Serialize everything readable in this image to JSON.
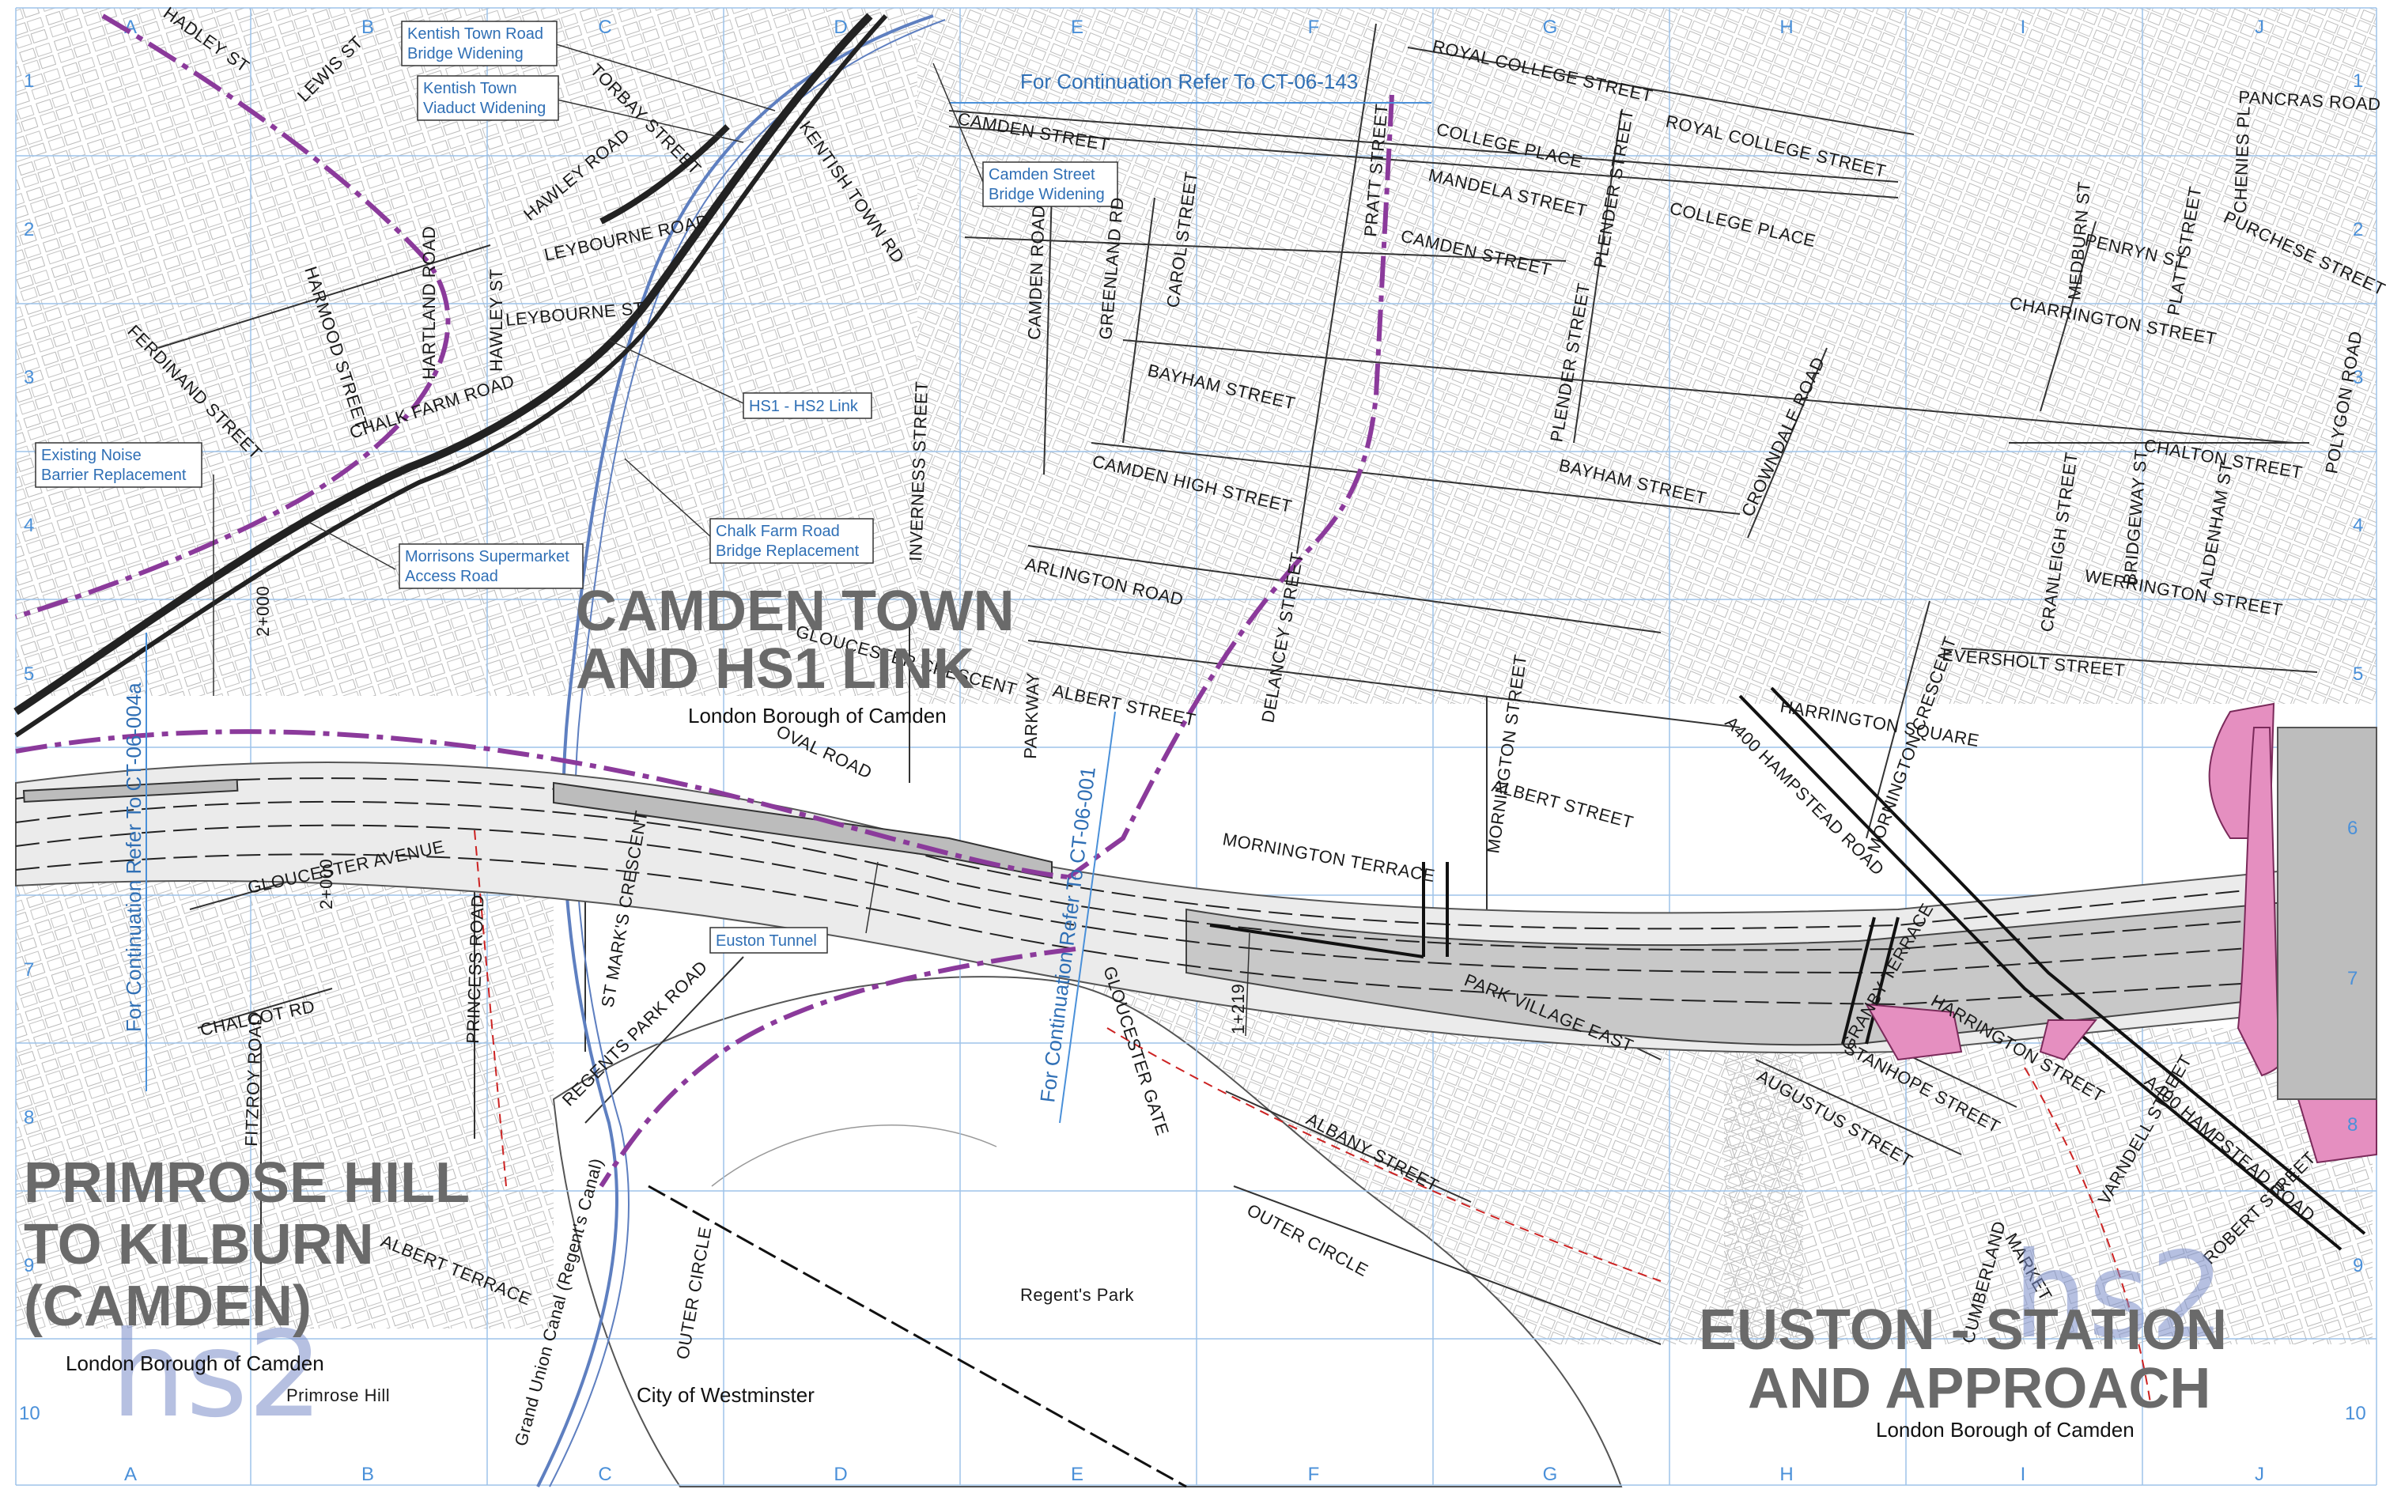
{
  "map": {
    "colors": {
      "grid": "#9ec3ea",
      "boundary": "#8b3a9b",
      "rail": "#222222",
      "corridor": "#bdbdbd",
      "site": "#e58fc0",
      "callout_text": "#2f6fb5",
      "title_text": "#6a6a6a"
    },
    "grid_letters": [
      "A",
      "B",
      "C",
      "D",
      "E",
      "F",
      "G",
      "H",
      "I",
      "J"
    ],
    "grid_numbers": [
      "1",
      "2",
      "3",
      "4",
      "5",
      "6",
      "7",
      "8",
      "9",
      "10"
    ],
    "areas": {
      "camden": {
        "line1": "CAMDEN TOWN",
        "line2": "AND HS1 LINK",
        "borough": "London Borough of Camden"
      },
      "primrose": {
        "line1": "PRIMROSE HILL",
        "line2": "TO KILBURN",
        "line3": "(CAMDEN)",
        "borough": "London Borough of Camden",
        "place": "Primrose Hill"
      },
      "euston": {
        "line1": "EUSTON - STATION",
        "line2": "AND APPROACH",
        "borough": "London Borough of Camden"
      }
    },
    "logo_text": "hs2",
    "continuations": {
      "north": "For Continuation Refer To CT-06-143",
      "west": "For Continuation Refer To CT-06-004a",
      "south": "For Continuation Refer To CT-06-001"
    },
    "callouts": {
      "kentish_bridge": {
        "line1": "Kentish Town Road",
        "line2": "Bridge Widening"
      },
      "kentish_viaduct": {
        "line1": "Kentish Town",
        "line2": "Viaduct Widening"
      },
      "camden_bridge": {
        "line1": "Camden Street",
        "line2": "Bridge Widening"
      },
      "hs1_link": {
        "line1": "HS1 - HS2 Link"
      },
      "noise": {
        "line1": "Existing Noise",
        "line2": "Barrier Replacement"
      },
      "morrisons": {
        "line1": "Morrisons Supermarket",
        "line2": "Access Road"
      },
      "chalk_bridge": {
        "line1": "Chalk Farm Road",
        "line2": "Bridge Replacement"
      },
      "euston_tunnel": {
        "line1": "Euston Tunnel"
      }
    },
    "places": {
      "regents_park": "Regent's Park",
      "westminster": "City of Westminster"
    },
    "chainages": {
      "c1": "2+000",
      "c2": "2+000",
      "c3": "1+219"
    },
    "streets": {
      "hadley": "HADLEY ST",
      "lewis": "LEWIS ST",
      "torbay": "TORBAY STREET",
      "kentish_rd": "KENTISH TOWN RD",
      "hawley_rd": "HAWLEY ROAD",
      "leybourne_rd": "LEYBOURNE ROAD",
      "leybourne_st": "LEYBOURNE ST",
      "harmood": "HARMOOD STREET",
      "hartland": "HARTLAND ROAD",
      "hawley_st": "HAWLEY ST",
      "ferdinand": "FERDINAND STREET",
      "chalk_farm": "CHALK FARM ROAD",
      "camden_st_n": "CAMDEN STREET",
      "royal_college_1": "ROYAL COLLEGE STREET",
      "royal_college_2": "ROYAL COLLEGE STREET",
      "college_place_1": "COLLEGE PLACE",
      "college_place_2": "COLLEGE PLACE",
      "mandela": "MANDELA STREET",
      "camden_st_2": "CAMDEN STREET",
      "pratt": "PRATT STREET",
      "plender_1": "PLENDER STREET",
      "plender_2": "PLENDER STREET",
      "camden_rd": "CAMDEN ROAD",
      "greenland": "GREENLAND RD",
      "carol": "CAROL STREET",
      "bayham_1": "BAYHAM STREET",
      "bayham_2": "BAYHAM STREET",
      "camden_high": "CAMDEN HIGH STREET",
      "inverness": "INVERNESS STREET",
      "arlington": "ARLINGTON ROAD",
      "gloucester_cres": "GLOUCESTER CRESCENT",
      "albert_1": "ALBERT STREET",
      "albert_2": "ALBERT STREET",
      "oval": "OVAL ROAD",
      "parkway": "PARKWAY",
      "delancey": "DELANCEY STREET",
      "crowndale": "CROWNDALE ROAD",
      "pancras": "PANCRAS ROAD",
      "chenies": "CHENIES PL",
      "medburn": "MEDBURN ST",
      "penryn": "PENRYN ST",
      "platt": "PLATT STREET",
      "purchese": "PURCHESE STREET",
      "charrington": "CHARRINGTON STREET",
      "polygon": "POLYGON ROAD",
      "chalton": "CHALTON STREET",
      "cranleigh": "CRANLEIGH STREET",
      "bridgeway": "BRIDGEWAY ST",
      "aldenham": "ALDENHAM ST",
      "werrington": "WERRINGTON STREET",
      "eversholt": "EVERSHOLT STREET",
      "harrington_sq": "HARRINGTON SQUARE",
      "hampstead_n": "A400 HAMPSTEAD ROAD",
      "hampstead_s": "A400 HAMPSTEAD ROAD",
      "mornington_st": "MORNINGTON STREET",
      "mornington_ter": "MORNINGTON TERRACE",
      "mornington_cres": "MORNINGTON CRESCENT",
      "gloucester_ave": "GLOUCESTER AVENUE",
      "princess": "PRINCESS ROAD",
      "st_marks": "ST MARK'S CRESCENT",
      "regents_park_rd": "REGENTS PARK ROAD",
      "chalcot": "CHALCOT RD",
      "fitzroy": "FITZROY ROAD",
      "gloucester_gate": "GLOUCESTER GATE",
      "park_village": "PARK VILLAGE EAST",
      "granby": "GRANBY TERRACE",
      "harrington_st": "HARRINGTON STREET",
      "stanhope": "STANHOPE STREET",
      "augustus": "AUGUSTUS STREET",
      "albany": "ALBANY STREET",
      "outer_circle_1": "OUTER CIRCLE",
      "outer_circle_2": "OUTER CIRCLE",
      "varndell": "VARNDELL STREET",
      "robert": "ROBERT STREET",
      "cumberland": "CUMBERLAND",
      "market": "MARKET",
      "albert_ter": "ALBERT TERRACE",
      "canal": "Grand Union Canal (Regent's Canal)"
    },
    "sheet_numbers": [
      "6",
      "7",
      "8"
    ]
  }
}
